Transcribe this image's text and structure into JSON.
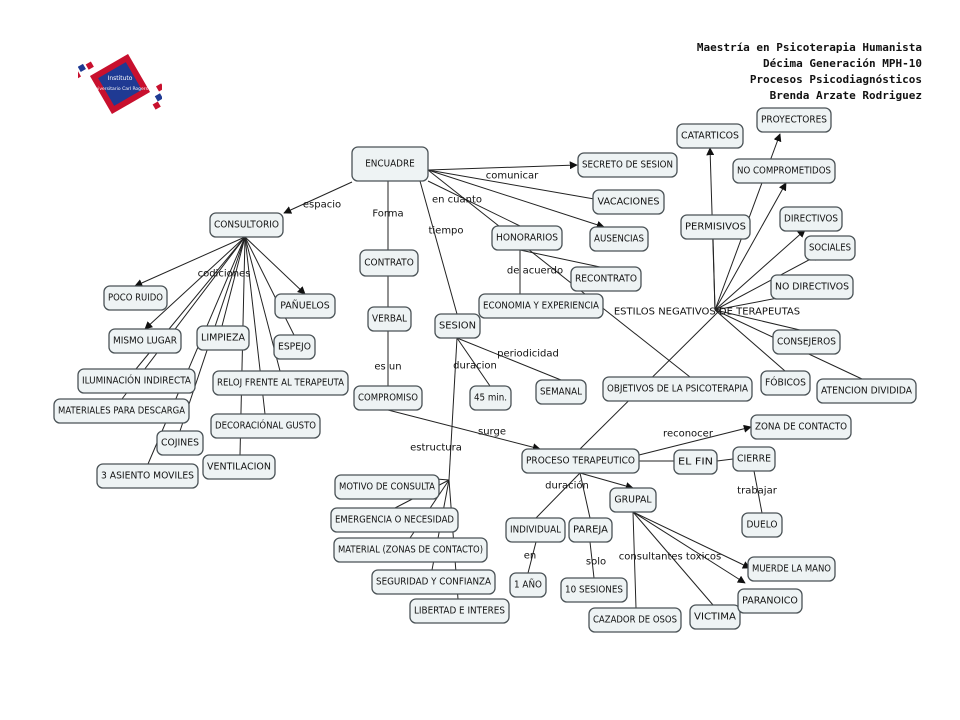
{
  "header": {
    "line1": "Maestría en Psicoterapia Humanista",
    "line2": "Décima Generación MPH-10",
    "line3": "Procesos Psicodiagnósticos",
    "line4": "Brenda Arzate Rodriguez"
  },
  "logo": {
    "icon": "university-logo",
    "text_top": "Instituto",
    "text_bottom": "Universitario Carl Rogers",
    "colors": {
      "red": "#c8102e",
      "blue": "#1f3a93"
    }
  },
  "nodes": [
    {
      "id": "encuadre",
      "label": "ENCUADRE"
    },
    {
      "id": "consultorio",
      "label": "CONSULTORIO"
    },
    {
      "id": "contrato",
      "label": "CONTRATO"
    },
    {
      "id": "verbal",
      "label": "VERBAL"
    },
    {
      "id": "compromiso",
      "label": "COMPROMISO"
    },
    {
      "id": "sesion",
      "label": "SESION"
    },
    {
      "id": "min45",
      "label": "45 min."
    },
    {
      "id": "semanal",
      "label": "SEMANAL"
    },
    {
      "id": "honorarios",
      "label": "HONORARIOS"
    },
    {
      "id": "economia",
      "label": "ECONOMIA Y EXPERIENCIA"
    },
    {
      "id": "recontrato",
      "label": "RECONTRATO"
    },
    {
      "id": "secreto",
      "label": "SECRETO DE SESION"
    },
    {
      "id": "vacaciones",
      "label": "VACACIONES"
    },
    {
      "id": "ausencias",
      "label": "AUSENCIAS"
    },
    {
      "id": "pocoruido",
      "label": "POCO RUIDO"
    },
    {
      "id": "panuelos",
      "label": "PAÑUELOS"
    },
    {
      "id": "mismolugar",
      "label": "MISMO LUGAR"
    },
    {
      "id": "limpieza",
      "label": "LIMPIEZA"
    },
    {
      "id": "espejo",
      "label": "ESPEJO"
    },
    {
      "id": "iluminacion",
      "label": "ILUMINACIÓN INDIRECTA"
    },
    {
      "id": "reloj",
      "label": "RELOJ FRENTE AL TERAPEUTA"
    },
    {
      "id": "materiales",
      "label": "MATERIALES PARA DESCARGA"
    },
    {
      "id": "decoracion",
      "label": "DECORACIÓNAL GUSTO"
    },
    {
      "id": "cojines",
      "label": "COJINES"
    },
    {
      "id": "ventilacion",
      "label": "VENTILACION"
    },
    {
      "id": "asiento",
      "label": "3 ASIENTO MOVILES"
    },
    {
      "id": "proceso",
      "label": "PROCESO TERAPEUTICO"
    },
    {
      "id": "motivo",
      "label": "MOTIVO DE CONSULTA"
    },
    {
      "id": "emergencia",
      "label": "EMERGENCIA O NECESIDAD"
    },
    {
      "id": "material",
      "label": "MATERIAL (ZONAS DE CONTACTO)"
    },
    {
      "id": "seguridad",
      "label": "SEGURIDAD Y CONFIANZA"
    },
    {
      "id": "libertad",
      "label": "LIBERTAD E INTERES"
    },
    {
      "id": "individual",
      "label": "INDIVIDUAL"
    },
    {
      "id": "pareja",
      "label": "PAREJA"
    },
    {
      "id": "grupal",
      "label": "GRUPAL"
    },
    {
      "id": "unano",
      "label": "1 AÑO"
    },
    {
      "id": "diezsesiones",
      "label": "10 SESIONES"
    },
    {
      "id": "cazador",
      "label": "CAZADOR DE OSOS"
    },
    {
      "id": "victima",
      "label": "VICTIMA"
    },
    {
      "id": "paranoico",
      "label": "PARANOICO"
    },
    {
      "id": "muerde",
      "label": "MUERDE LA MANO"
    },
    {
      "id": "elfin",
      "label": "EL FIN"
    },
    {
      "id": "cierre",
      "label": "CIERRE"
    },
    {
      "id": "duelo",
      "label": "DUELO"
    },
    {
      "id": "zona",
      "label": "ZONA DE CONTACTO"
    },
    {
      "id": "objetivos",
      "label": "OBJETIVOS DE LA PSICOTERAPIA"
    },
    {
      "id": "catarticos",
      "label": "CATARTICOS"
    },
    {
      "id": "proyectores",
      "label": "PROYECTORES"
    },
    {
      "id": "nocomprometidos",
      "label": "NO COMPROMETIDOS"
    },
    {
      "id": "permisivos",
      "label": "PERMISIVOS"
    },
    {
      "id": "directivos",
      "label": "DIRECTIVOS"
    },
    {
      "id": "sociales",
      "label": "SOCIALES"
    },
    {
      "id": "nodirectivos",
      "label": "NO DIRECTIVOS"
    },
    {
      "id": "consejeros",
      "label": "CONSEJEROS"
    },
    {
      "id": "fobicos",
      "label": "FÓBICOS"
    },
    {
      "id": "atencion",
      "label": "ATENCION DIVIDIDA"
    }
  ],
  "edge_labels": {
    "espacio": "espacio",
    "forma": "Forma",
    "tiempo": "tiempo",
    "encuanto": "en cuanto",
    "comunicar": "comunicar",
    "codiciones": "codiciones",
    "esun": "es un",
    "duracion_sesion": "duracion",
    "periodicidad": "periodicidad",
    "deacuerdo": "de acuerdo",
    "surge": "surge",
    "estructura": "estructura",
    "duracion_proceso": "duración",
    "en": "en",
    "solo": "solo",
    "consultantes": "consultantes toxicos",
    "reconocer": "reconocer",
    "trabajar": "trabajar",
    "estilos": "ESTILOS NEGATIVOS DE TERAPEUTAS"
  }
}
